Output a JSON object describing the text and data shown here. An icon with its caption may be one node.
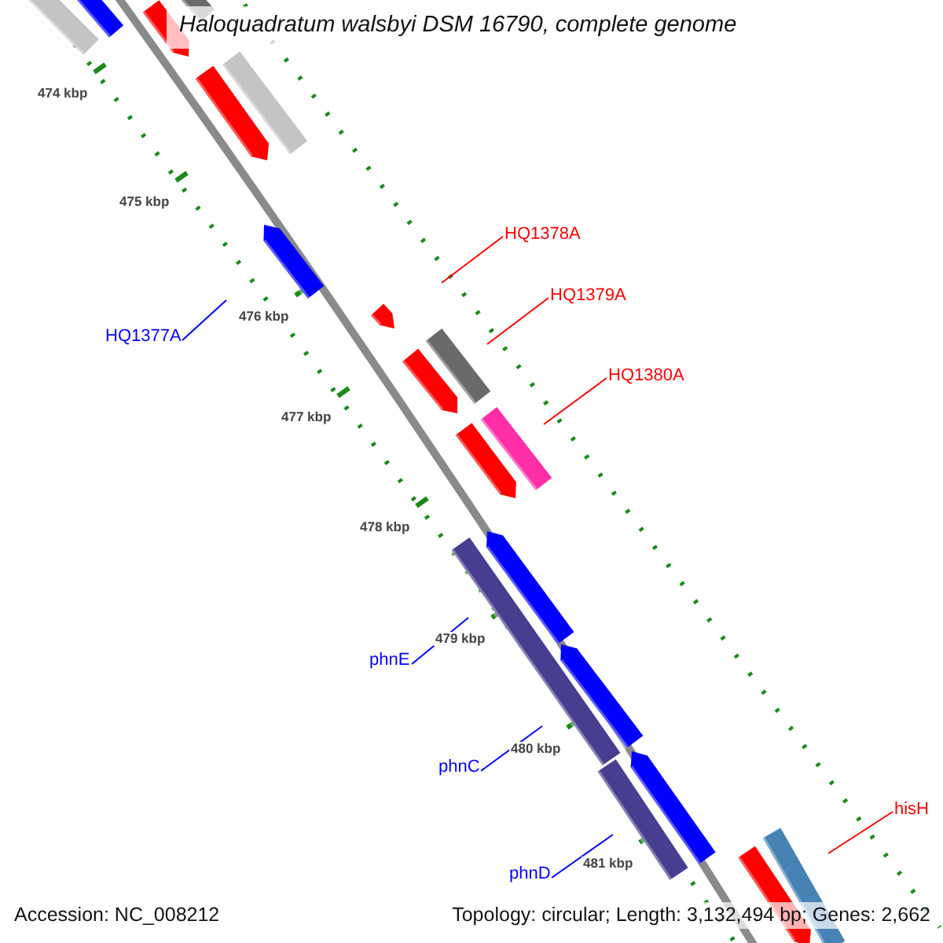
{
  "diagram": {
    "title": "Haloquadratum walsbyi DSM 16790, complete genome",
    "nodes": [
      {
        "text": [
          "HQ1377A"
        ]
      },
      {
        "text": [
          "HQ1378A"
        ]
      },
      {
        "text": [
          "HQ1379A"
        ]
      },
      {
        "text": [
          "HQ1380A"
        ]
      },
      {
        "text": [
          "phnE"
        ]
      },
      {
        "text": [
          "phnC"
        ]
      },
      {
        "text": [
          "phnD"
        ]
      },
      {
        "text": [
          "hisH"
        ]
      }
    ],
    "edges": [
      {
        "from": 0,
        "to": null,
        "arrow": "none"
      },
      {
        "from": 1,
        "to": null,
        "arrow": "none",
        "color": "#ff0000"
      },
      {
        "from": 2,
        "to": null,
        "arrow": "none",
        "color": "#ff0000"
      },
      {
        "from": 3,
        "to": null,
        "arrow": "none",
        "color": "#ff0000"
      },
      {
        "from": 4,
        "to": null,
        "arrow": "none"
      },
      {
        "from": 5,
        "to": null,
        "arrow": "none"
      },
      {
        "from": 6,
        "to": null,
        "arrow": "none"
      },
      {
        "from": 7,
        "to": null,
        "arrow": "none",
        "color": "#ff0000"
      }
    ],
    "labels": [
      "474 kbp",
      "475 kbp",
      "476 kbp",
      "477 kbp",
      "478 kbp",
      "479 kbp",
      "480 kbp",
      "481 kbp",
      "Accession: NC_008212",
      "Topology: circular; Length: 3,132,494 bp; Genes: 2,662"
    ]
  }
}
